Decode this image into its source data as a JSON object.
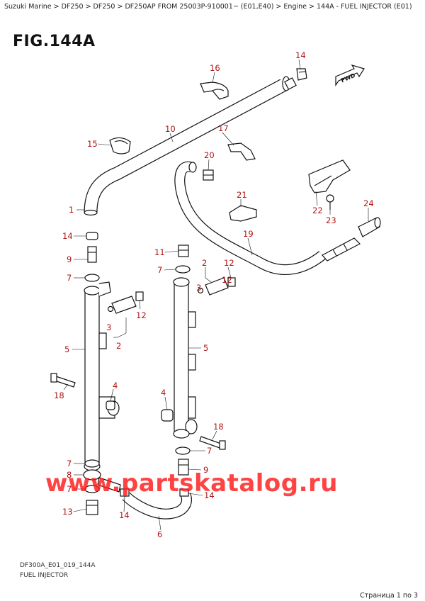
{
  "breadcrumb": "Suzuki Marine > DF250 > DF250 > DF250AP FROM 25003P-910001~  (E01,E40) > Engine > 144A - FUEL INJECTOR (E01)",
  "figure_title": "FIG.144A",
  "footer": {
    "code": "DF300A_E01_019_144A",
    "name": "FUEL INJECTOR",
    "page_info": "Страница 1 по 3"
  },
  "watermark": "www.partskatalog.ru",
  "fwd_label": "FWD",
  "callouts": [
    "14",
    "16",
    "10",
    "15",
    "17",
    "20",
    "1",
    "14",
    "21",
    "19",
    "22",
    "23",
    "24",
    "11",
    "2",
    "12",
    "9",
    "7",
    "7",
    "3",
    "3",
    "12",
    "12",
    "2",
    "5",
    "5",
    "18",
    "4",
    "4",
    "18",
    "7",
    "7",
    "8",
    "9",
    "7",
    "14",
    "13",
    "14",
    "6"
  ]
}
